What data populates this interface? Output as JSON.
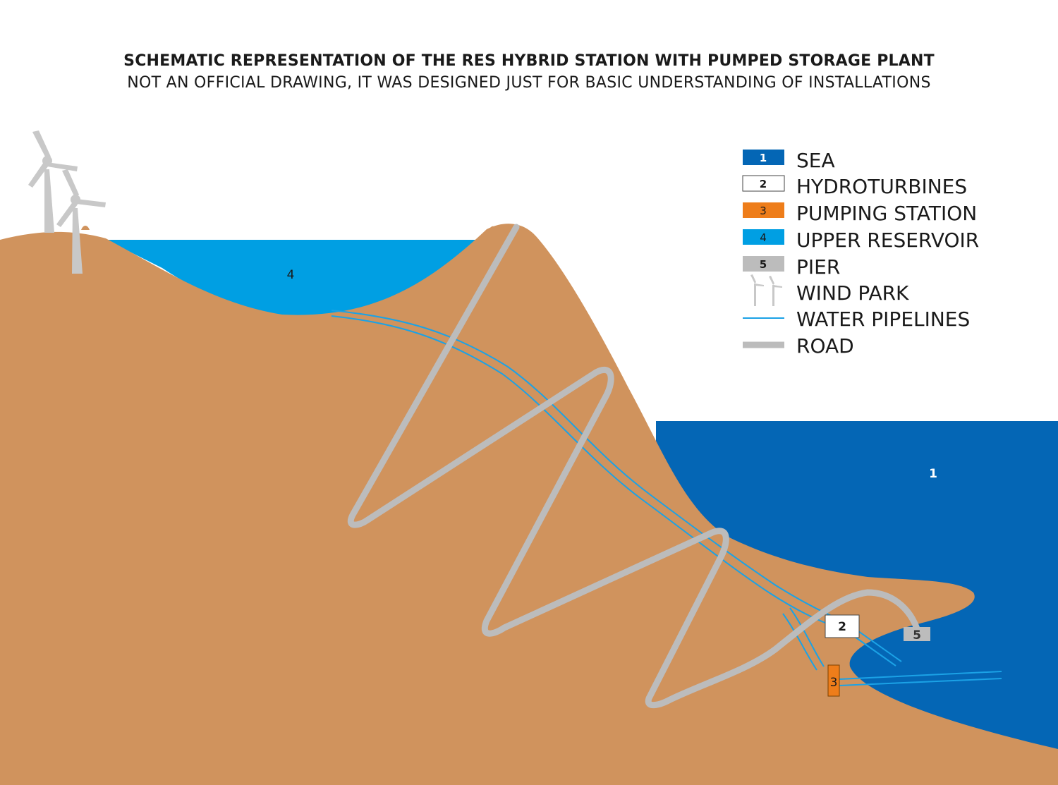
{
  "title": "SCHEMATIC REPRESENTATION OF THE RES HYBRID STATION WITH PUMPED STORAGE PLANT",
  "subtitle": "NOT AN OFFICIAL DRAWING, IT WAS DESIGNED JUST FOR BASIC UNDERSTANDING OF INSTALLATIONS",
  "colors": {
    "land": "#d0935d",
    "sea": "#0466b5",
    "upper_reservoir": "#009fe3",
    "hydroturbines": "#ffffff",
    "pumping_station": "#ee7d1a",
    "pier": "#bcbcbc",
    "road": "#bcbcbc",
    "pipeline": "#1ba2e6",
    "wind_turbine": "#c8c8c8"
  },
  "legend": [
    {
      "num": "1",
      "label": "SEA"
    },
    {
      "num": "2",
      "label": "HYDROTURBINES"
    },
    {
      "num": "3",
      "label": "PUMPING STATION"
    },
    {
      "num": "4",
      "label": "UPPER RESERVOIR"
    },
    {
      "num": "5",
      "label": "PIER"
    },
    {
      "num": "",
      "label": "WIND PARK"
    },
    {
      "num": "",
      "label": "WATER PIPELINES"
    },
    {
      "num": "",
      "label": "ROAD"
    }
  ],
  "tags": {
    "sea": "1",
    "hydroturbines": "2",
    "pumping_station": "3",
    "upper_reservoir": "4",
    "pier": "5"
  }
}
